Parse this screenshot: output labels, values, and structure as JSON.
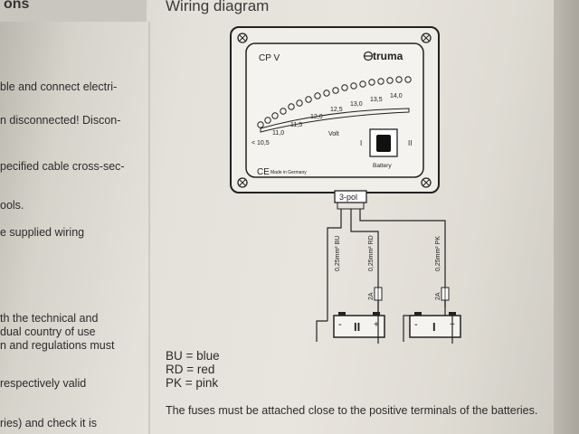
{
  "header": {
    "section_tab": "ons",
    "title": "Wiring diagram"
  },
  "left_column": {
    "lines": [
      "ble and connect electri-",
      "n disconnected! Discon-",
      "pecified cable cross-sec-",
      "ools.",
      "e supplied wiring",
      "th the technical and",
      "dual country of use",
      "n and regulations must",
      "respectively valid",
      "ries) and check it is"
    ]
  },
  "panel": {
    "model": "CP V",
    "brand": "truma",
    "scale": [
      "< 10,5",
      "11,0",
      "11,5",
      "12,0",
      "12,5",
      "13,0",
      "13,5",
      "14,0"
    ],
    "scale_label": "Volt",
    "switch_labels": [
      "I",
      "II"
    ],
    "battery_label": "Battery",
    "made_in": "Made in Germany",
    "ce_mark": "CE",
    "connector": "3-pol"
  },
  "wires": [
    {
      "label": "0,25mm² BU",
      "color_code": "BU"
    },
    {
      "label": "0,25mm² RD",
      "color_code": "RD"
    },
    {
      "label": "0,25mm² PK",
      "color_code": "PK"
    }
  ],
  "fuses": [
    "2A",
    "2A"
  ],
  "batteries": [
    {
      "name": "II",
      "minus": "-",
      "plus": "+"
    },
    {
      "name": "I",
      "minus": "-",
      "plus": "+"
    }
  ],
  "legend": [
    {
      "code": "BU",
      "meaning": "blue"
    },
    {
      "code": "RD",
      "meaning": "red"
    },
    {
      "code": "PK",
      "meaning": "pink"
    }
  ],
  "note": "The fuses must be attached close to the positive terminals of the batteries."
}
